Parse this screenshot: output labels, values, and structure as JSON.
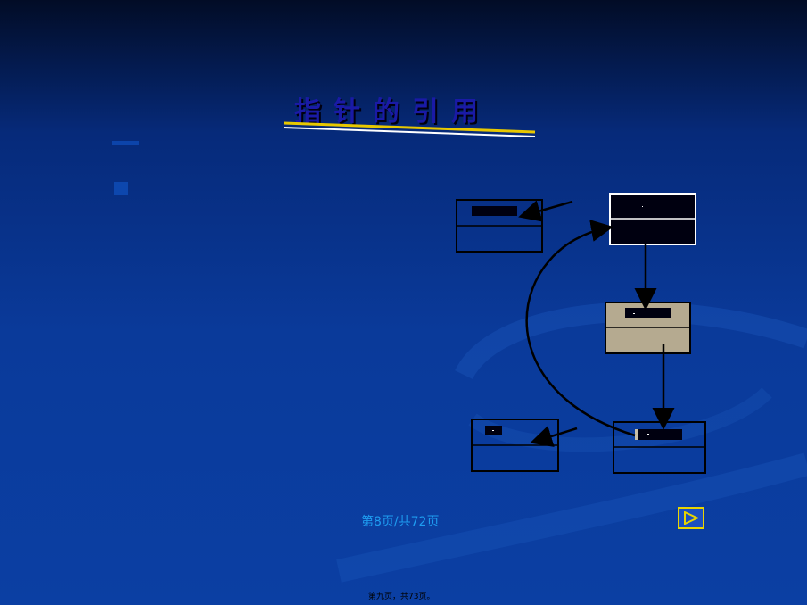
{
  "slide": {
    "title": "指针的引用",
    "page_counter": "第8页/共72页",
    "footer_text": "第九页，共73页。"
  },
  "colors": {
    "background_top": "#020c26",
    "background_bottom": "#0b3fa3",
    "title_color": "#1a1aa6",
    "underline_gold": "#e8c800",
    "underline_white": "#ffffff",
    "node_tan_fill": "#b5aa90",
    "node_dark_fill": "#000010",
    "accent_link": "#1e9cf0",
    "button_border": "#e8d400"
  },
  "diagram": {
    "nodes": [
      {
        "id": "left-top-node",
        "fill": "transparent",
        "border": "black"
      },
      {
        "id": "right-top-node",
        "fill": "dark",
        "border": "white"
      },
      {
        "id": "middle-node",
        "fill": "tan",
        "border": "black"
      },
      {
        "id": "left-bottom-node",
        "fill": "transparent",
        "border": "black"
      },
      {
        "id": "right-bottom-node",
        "fill": "transparent",
        "border": "black"
      }
    ]
  },
  "icons": {
    "next_button": "play-next-icon"
  }
}
